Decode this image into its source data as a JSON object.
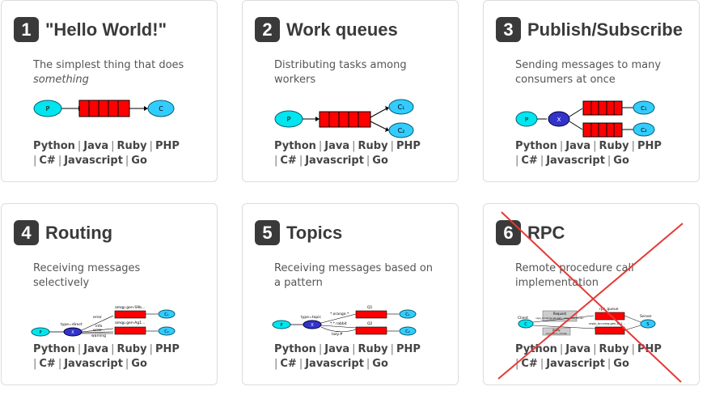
{
  "cards": [
    {
      "number": "1",
      "title": "\"Hello World!\"",
      "desc_line1": "The simplest thing that does",
      "desc_line2": "something",
      "diagram_labels": {
        "p": "P",
        "c": "C"
      }
    },
    {
      "number": "2",
      "title": "Work queues",
      "desc_line1": "Distributing tasks among",
      "desc_line2": "workers",
      "diagram_labels": {
        "p": "P",
        "c1": "C₁",
        "c2": "C₂"
      }
    },
    {
      "number": "3",
      "title": "Publish/Subscribe",
      "desc_line1": "Sending messages to many",
      "desc_line2": "consumers at once",
      "diagram_labels": {
        "p": "P",
        "x": "X",
        "c1": "C₁",
        "c2": "C₂"
      }
    },
    {
      "number": "4",
      "title": "Routing",
      "desc_line1": "Receiving messages",
      "desc_line2": "selectively",
      "diagram_labels": {
        "p": "P",
        "x": "X",
        "type": "type=direct",
        "error": "error",
        "info": "info",
        "warning": "warning",
        "q1": "amqp.gen-S9b...",
        "q2": "amqp.gen-Ag1...",
        "c1": "C₁",
        "c2": "C₂"
      }
    },
    {
      "number": "5",
      "title": "Topics",
      "desc_line1": "Receiving messages based on",
      "desc_line2": "a pattern",
      "diagram_labels": {
        "p": "P",
        "x": "X",
        "type": "type=topic",
        "b1": "*.orange.*",
        "b2": "*.*.rabbit",
        "b3": "lazy.#",
        "q1": "Q1",
        "q2": "Q2",
        "c1": "C₁",
        "c2": "C₂"
      }
    },
    {
      "number": "6",
      "title": "RPC",
      "desc_line1": "Remote procedure call",
      "desc_line2": "implementation",
      "diagram_labels": {
        "client": "Client",
        "server": "Server",
        "c": "C",
        "s": "S",
        "rpc_queue": "rpc_queue",
        "reply": "reply_to=amq.gen-Xa2...",
        "request": "Request",
        "request_detail": "reply_to=amqp.gen-Xa2... correlation_id=abc",
        "reply_box": "Reply",
        "reply_detail": "correlation_id=abc"
      }
    }
  ],
  "languages": [
    "Python",
    "Java",
    "Ruby",
    "PHP",
    "C#",
    "Javascript",
    "Go"
  ],
  "colors": {
    "queue": "#ff0000",
    "producer": "#00e5ee",
    "consumer": "#33ccff",
    "exchange": "#3333cc",
    "cross": "#e53935"
  }
}
